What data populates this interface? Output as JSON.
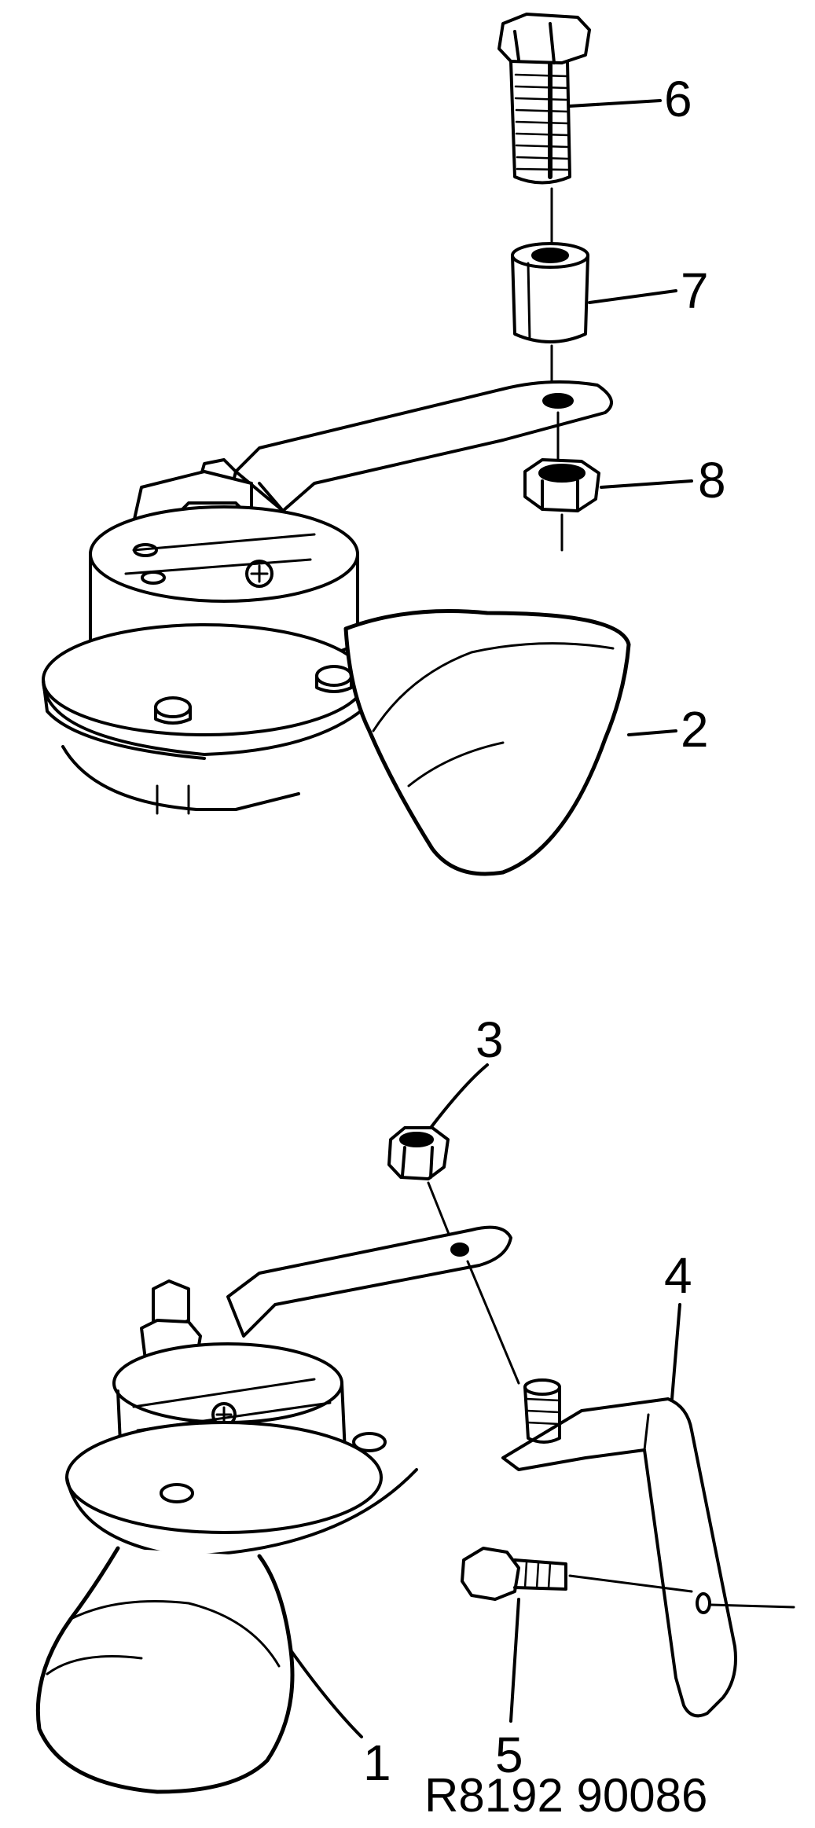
{
  "figure": {
    "caption": "R8192 90086",
    "stroke_color": "#000000",
    "background_color": "#ffffff"
  },
  "callouts": {
    "c1": "1",
    "c2": "2",
    "c3": "3",
    "c4": "4",
    "c5": "5",
    "c6": "6",
    "c7": "7",
    "c8": "8"
  },
  "parts": [
    "lower-horn",
    "upper-horn",
    "nut",
    "mounting-bracket",
    "bolt",
    "bolt",
    "spacer",
    "nut"
  ]
}
